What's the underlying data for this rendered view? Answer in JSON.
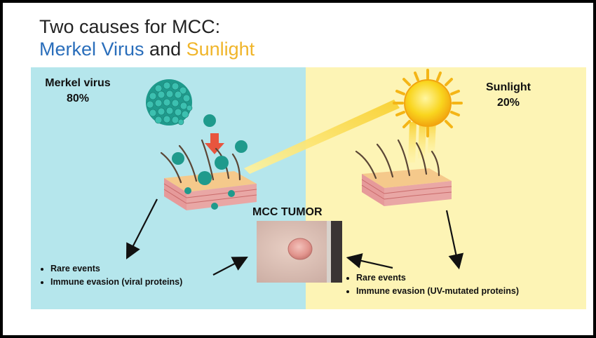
{
  "slide": {
    "title_line1": "Two causes for MCC:",
    "title_line2_part1": "Merkel Virus",
    "title_line2_and": " and ",
    "title_line2_part2": "Sunlight"
  },
  "left_panel": {
    "heading_line1": "Merkel virus",
    "heading_line2": "80%",
    "bullets": [
      "Rare events",
      "Immune evasion (viral proteins)"
    ]
  },
  "right_panel": {
    "heading_line1": "Sunlight",
    "heading_line2": "20%",
    "bullets": [
      "Rare events",
      "Immune evasion (UV-mutated proteins)"
    ]
  },
  "center": {
    "tumor_label": "MCC TUMOR"
  },
  "colors": {
    "virus_teal": "#2aa89a",
    "left_bg": "#b5e6ec",
    "right_bg": "#fdf4b5",
    "sun_yellow": "#f7c81e",
    "title_blue": "#2a6ebb",
    "title_gold": "#f0b52a"
  }
}
